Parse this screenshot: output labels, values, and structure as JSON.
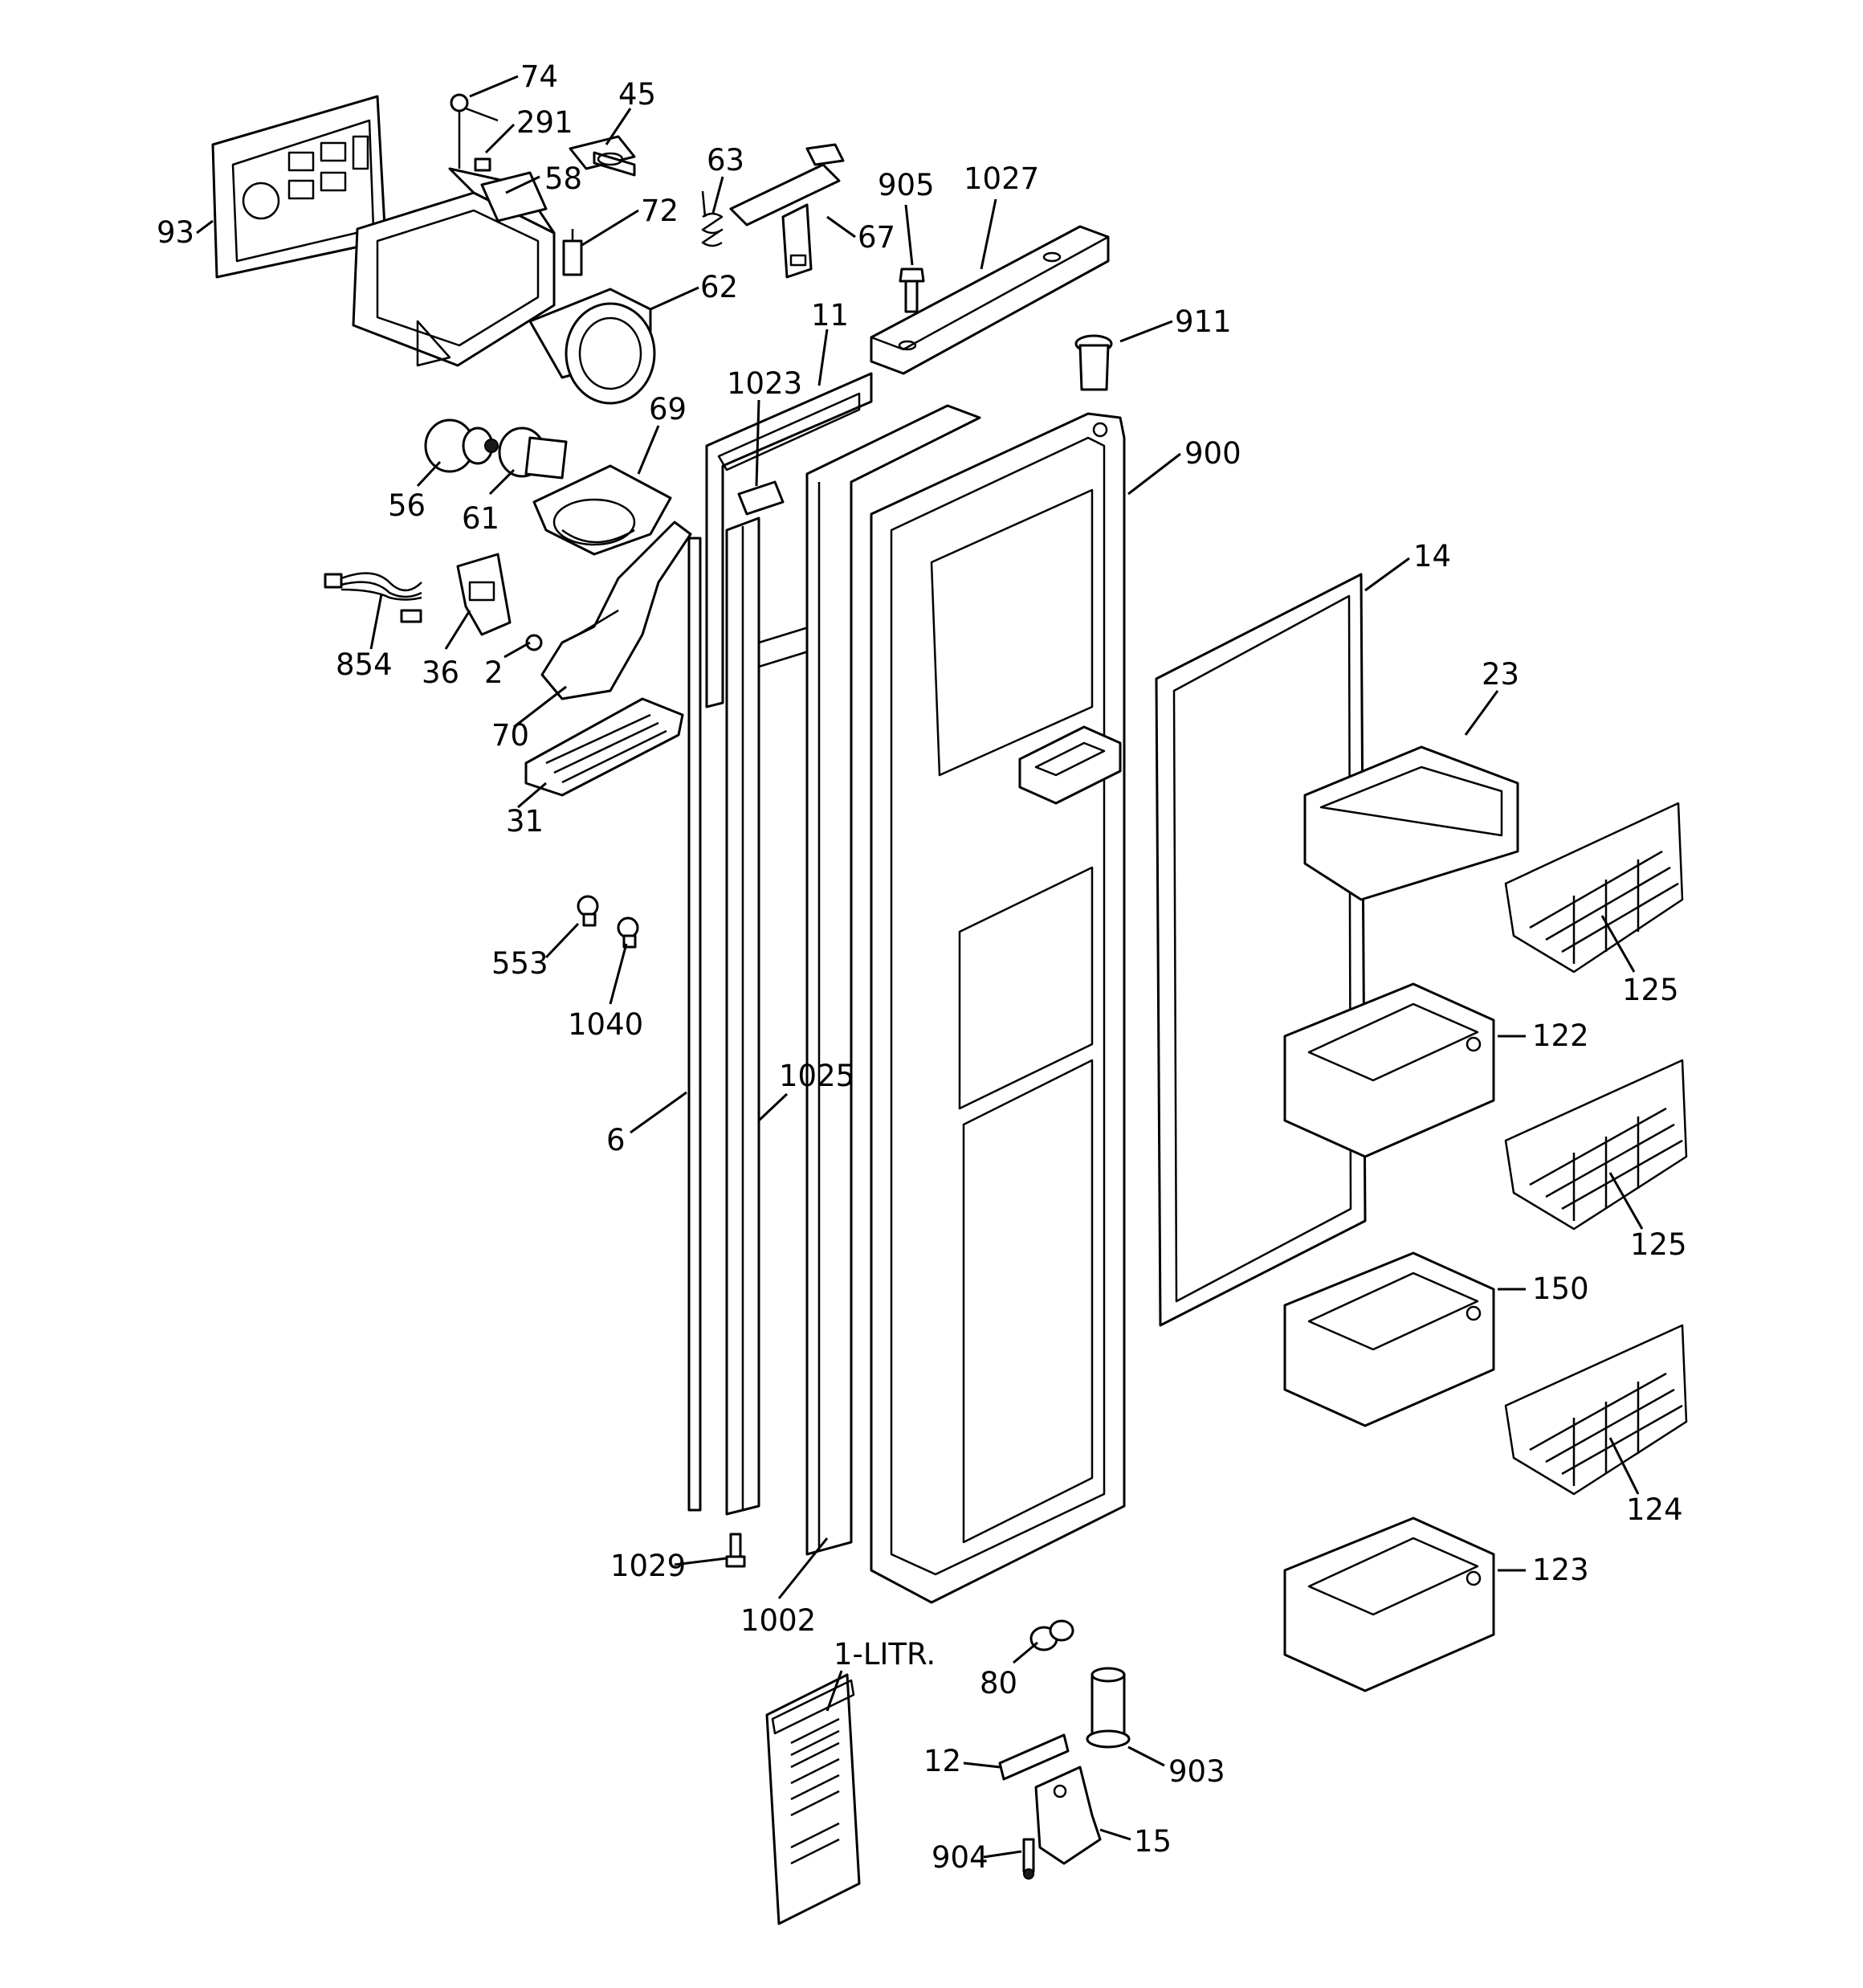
{
  "colors": {
    "ink": "#000000",
    "paper": "#ffffff"
  },
  "callouts": [
    {
      "id": "74",
      "text": "74"
    },
    {
      "id": "291",
      "text": "291"
    },
    {
      "id": "45",
      "text": "45"
    },
    {
      "id": "58",
      "text": "58"
    },
    {
      "id": "93",
      "text": "93"
    },
    {
      "id": "72",
      "text": "72"
    },
    {
      "id": "62",
      "text": "62"
    },
    {
      "id": "63",
      "text": "63"
    },
    {
      "id": "67",
      "text": "67"
    },
    {
      "id": "905",
      "text": "905"
    },
    {
      "id": "1027",
      "text": "1027"
    },
    {
      "id": "911",
      "text": "911"
    },
    {
      "id": "11",
      "text": "11"
    },
    {
      "id": "1023",
      "text": "1023"
    },
    {
      "id": "69",
      "text": "69"
    },
    {
      "id": "56",
      "text": "56"
    },
    {
      "id": "61",
      "text": "61"
    },
    {
      "id": "900",
      "text": "900"
    },
    {
      "id": "14",
      "text": "14"
    },
    {
      "id": "854",
      "text": "854"
    },
    {
      "id": "36",
      "text": "36"
    },
    {
      "id": "2",
      "text": "2"
    },
    {
      "id": "70",
      "text": "70"
    },
    {
      "id": "23",
      "text": "23"
    },
    {
      "id": "31",
      "text": "31"
    },
    {
      "id": "125a",
      "text": "125"
    },
    {
      "id": "553",
      "text": "553"
    },
    {
      "id": "1040",
      "text": "1040"
    },
    {
      "id": "122",
      "text": "122"
    },
    {
      "id": "1025",
      "text": "1025"
    },
    {
      "id": "6",
      "text": "6"
    },
    {
      "id": "125b",
      "text": "125"
    },
    {
      "id": "150",
      "text": "150"
    },
    {
      "id": "124",
      "text": "124"
    },
    {
      "id": "1029",
      "text": "1029"
    },
    {
      "id": "123",
      "text": "123"
    },
    {
      "id": "1002",
      "text": "1002"
    },
    {
      "id": "1litr",
      "text": "1-LITR."
    },
    {
      "id": "80",
      "text": "80"
    },
    {
      "id": "12",
      "text": "12"
    },
    {
      "id": "903",
      "text": "903"
    },
    {
      "id": "15",
      "text": "15"
    },
    {
      "id": "904",
      "text": "904"
    }
  ]
}
